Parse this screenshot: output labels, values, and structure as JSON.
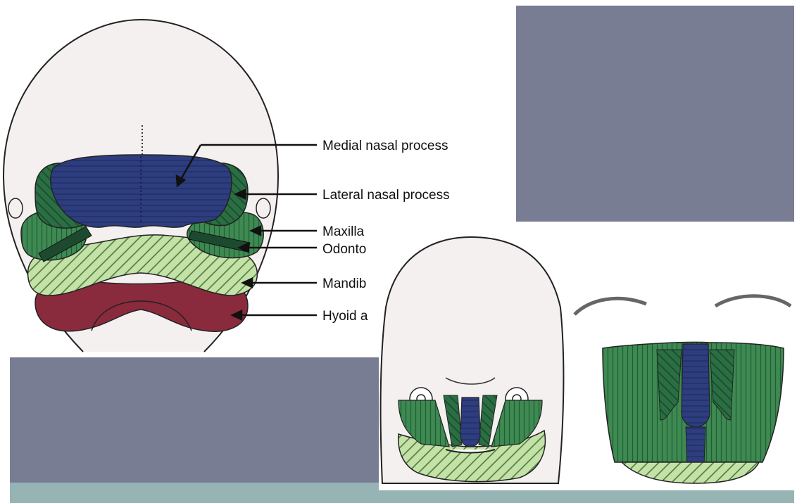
{
  "labels": {
    "medial": "Medial nasal process",
    "lateral": "Lateral nasal process",
    "maxilla": "Maxilla",
    "odonto": "Odonto",
    "mandib": "Mandib",
    "hyoid": "Hyoid a"
  },
  "colors": {
    "blue": "#2e3d7d",
    "green": "#3f8a53",
    "dark_green": "#2b6e44",
    "light_green": "#c4e2a8",
    "maroon": "#8a2a3d",
    "slate": "#787d93",
    "teal": "#96b4b4",
    "skin": "#f4eeee"
  }
}
